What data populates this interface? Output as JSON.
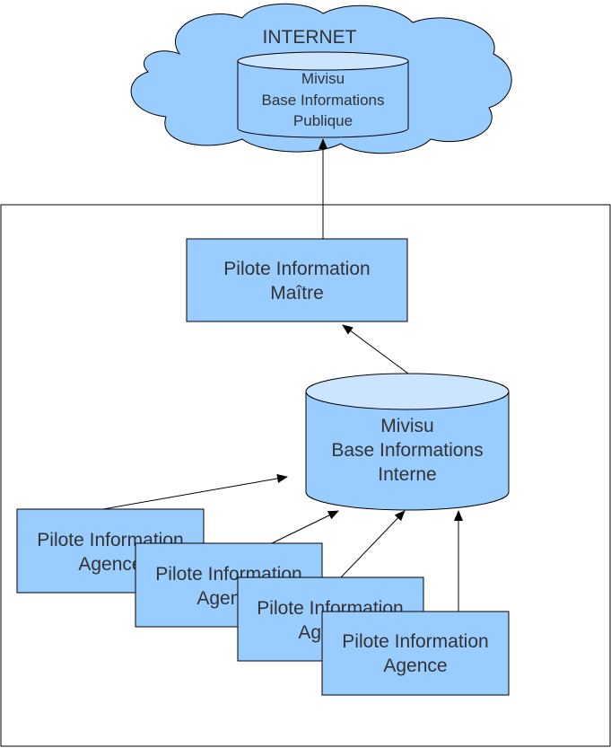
{
  "colors": {
    "box_fill": "#99ccff",
    "cylinder_top": "#cce5ff",
    "stroke": "#000000",
    "cloud_fill": "#99ccff",
    "text": "#333333"
  },
  "internet": {
    "label": "INTERNET",
    "db_line1": "Mivisu",
    "db_line2": "Base Informations",
    "db_line3": "Publique"
  },
  "master": {
    "line1": "Pilote Information",
    "line2": "Maître"
  },
  "internal_db": {
    "line1": "Mivisu",
    "line2": "Base Informations",
    "line3": "Interne"
  },
  "agences": [
    {
      "line1": "Pilote Information",
      "line2": "Agence"
    },
    {
      "line1": "Pilote Information",
      "line2": "Agence"
    },
    {
      "line1": "Pilote Information",
      "line2": "Agence"
    },
    {
      "line1": "Pilote Information",
      "line2": "Agence"
    }
  ]
}
